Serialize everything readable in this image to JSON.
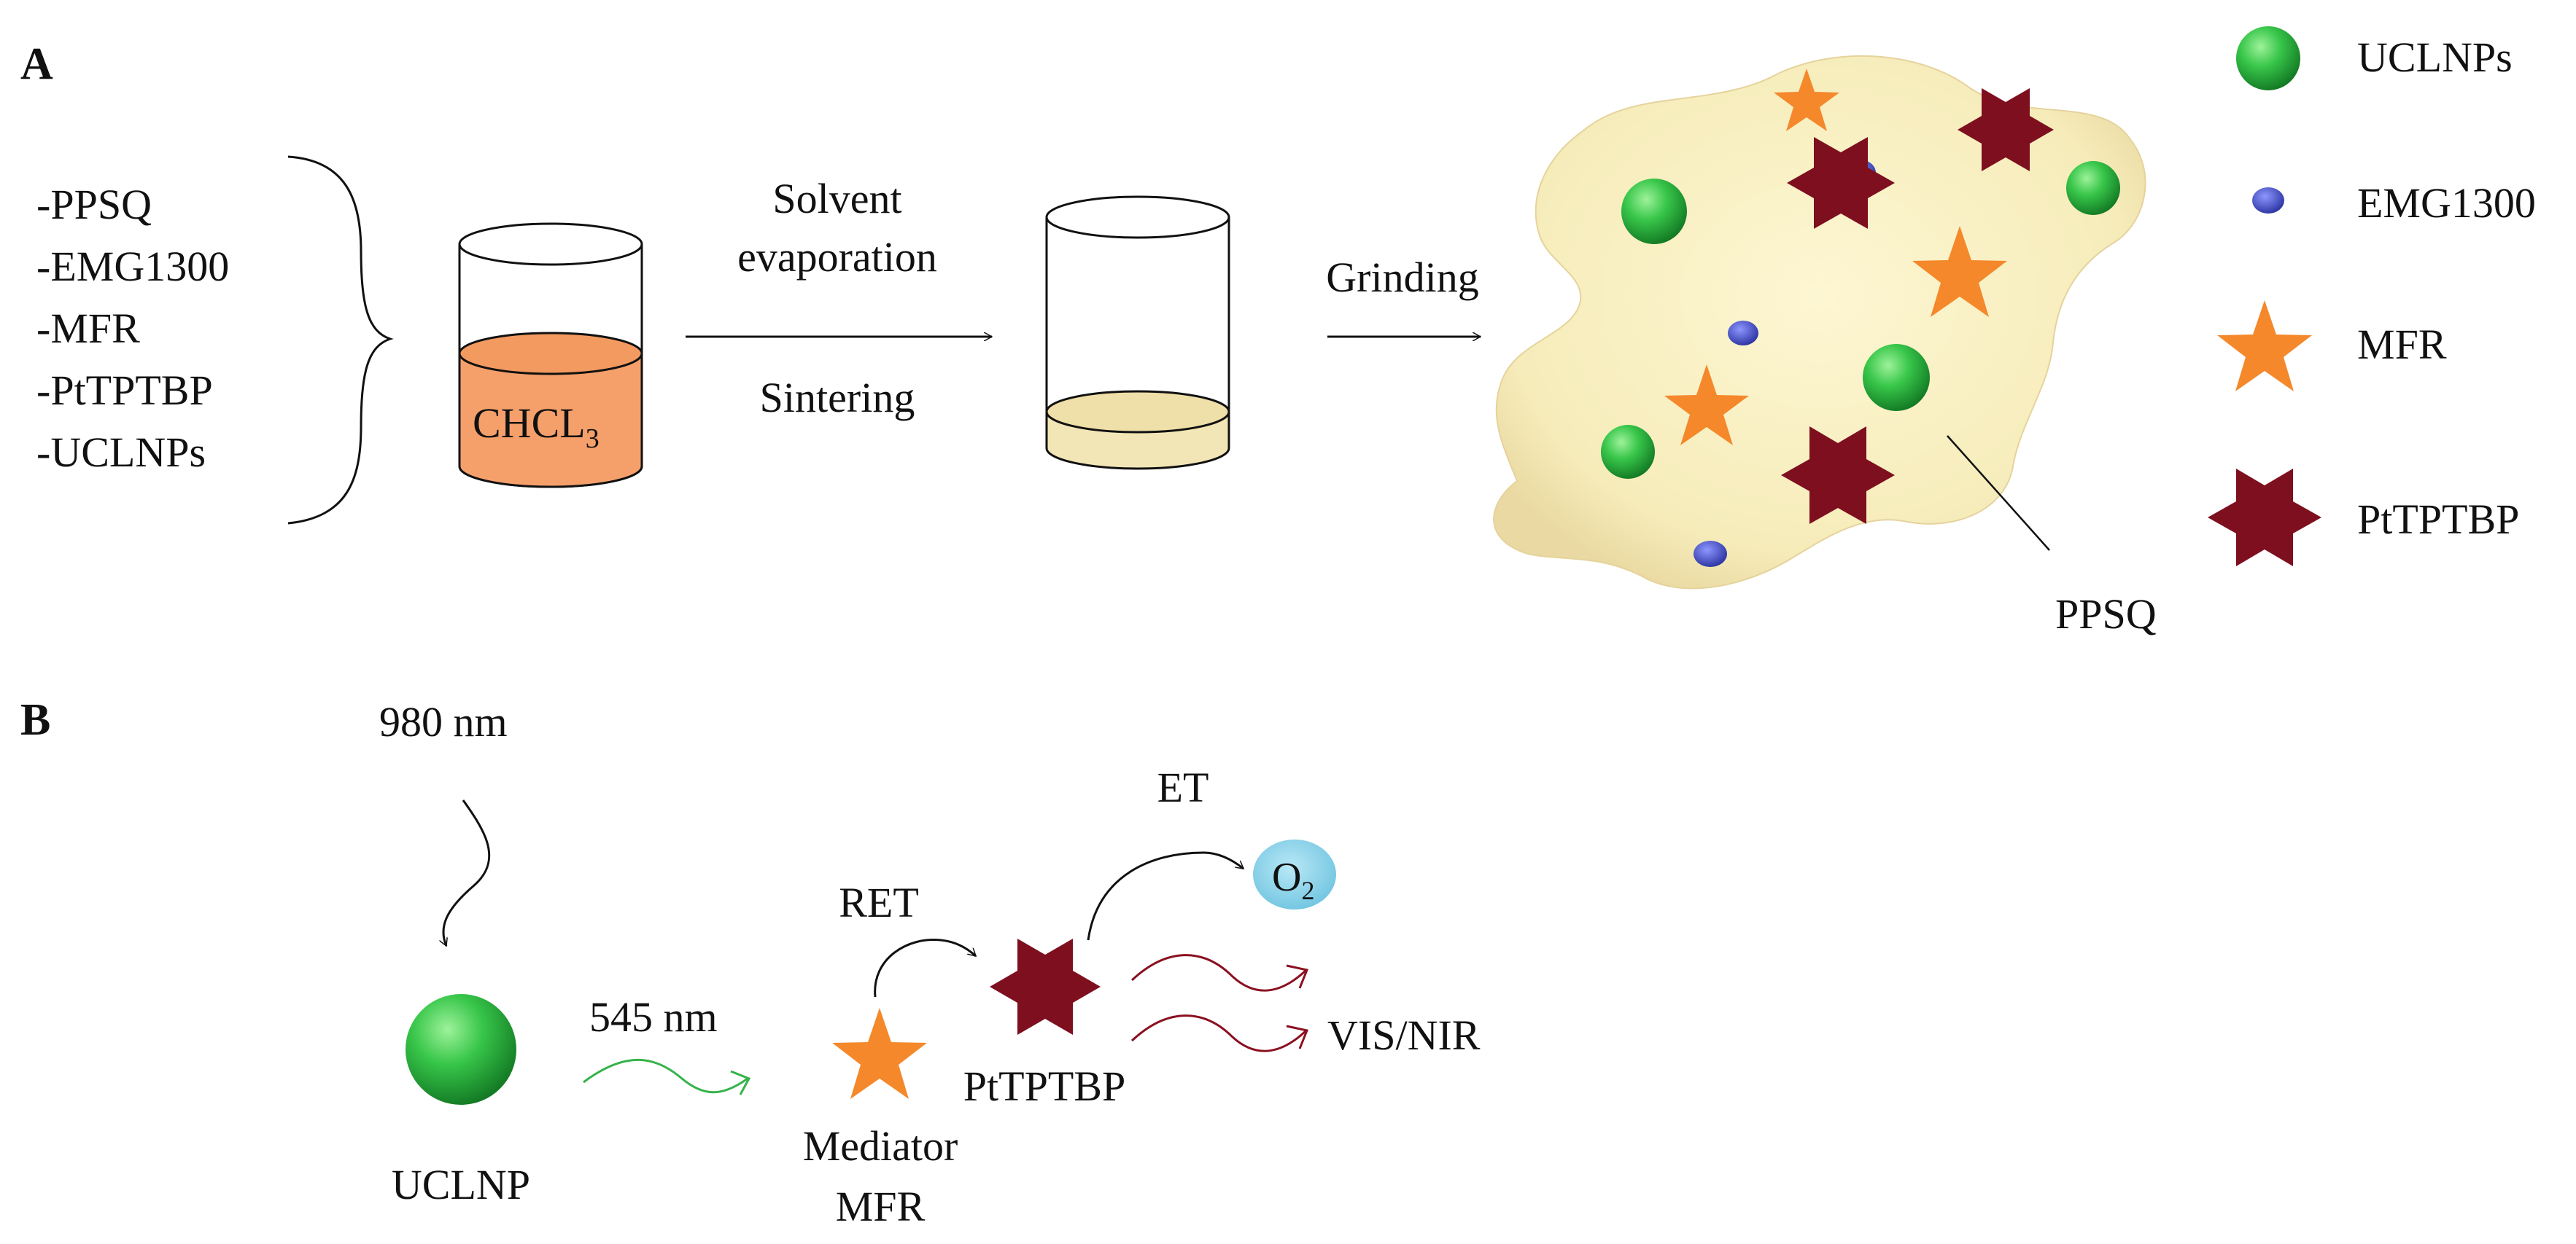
{
  "panel_a": {
    "label": "A",
    "ingredients": [
      "-PPSQ",
      "-EMG1300",
      "-MFR",
      "-PtTPTBP",
      "-UCLNPs"
    ],
    "solvent": "CHCL",
    "solvent_subscript": "3",
    "step1_top_line1": "Solvent",
    "step1_top_line2": "evaporation",
    "step1_bottom": "Sintering",
    "step2": "Grinding",
    "matrix_label": "PPSQ"
  },
  "legend": [
    {
      "label": "UCLNPs",
      "icon": "green-sphere-icon"
    },
    {
      "label": "EMG1300",
      "icon": "blue-dot-icon"
    },
    {
      "label": "MFR",
      "icon": "orange-star-icon"
    },
    {
      "label": "PtTPTBP",
      "icon": "dark-red-hexagram-icon"
    }
  ],
  "panel_b": {
    "label": "B",
    "excitation": "980 nm",
    "emission": "545 nm",
    "ret": "RET",
    "et": "ET",
    "oxygen": "O",
    "oxygen_subscript": "2",
    "donor": "UCLNP",
    "mediator_line1": "Mediator",
    "mediator_line2": "MFR",
    "sensitizer": "PtTPTBP",
    "output": "VIS/NIR"
  },
  "colors": {
    "green": "#2dbb3c",
    "blue": "#3a45c8",
    "orange": "#f4882a",
    "dark_red": "#7d0f1f",
    "matrix": "#f8efbe",
    "solution_orange": "#f5a06b",
    "solution_cream": "#f3e6b6",
    "oxygen_blue": "#8fd3ea"
  }
}
